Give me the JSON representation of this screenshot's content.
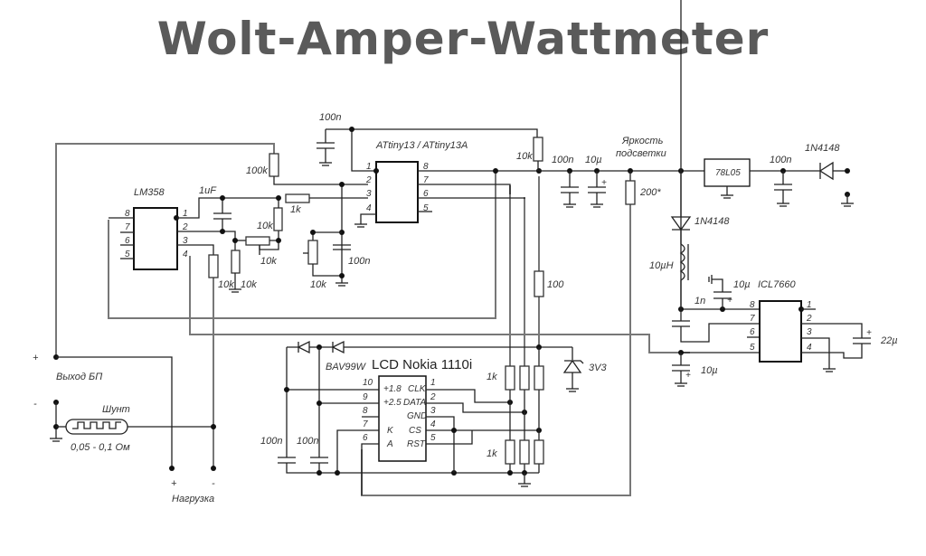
{
  "title": "Wolt-Amper-Wattmeter",
  "components": {
    "lm358": {
      "name": "LM358",
      "pins_left": [
        "8",
        "7",
        "6",
        "5"
      ],
      "pins_right": [
        "1",
        "2",
        "3",
        "4"
      ]
    },
    "attiny": {
      "name": "ATtiny13 / ATtiny13A",
      "pins_left": [
        "1",
        "2",
        "3",
        "4"
      ],
      "pins_right": [
        "8",
        "7",
        "6",
        "5"
      ]
    },
    "regulator": {
      "name": "78L05"
    },
    "icl": {
      "name": "ICL7660",
      "pins_left": [
        "8",
        "7",
        "6",
        "5"
      ],
      "pins_right": [
        "1",
        "2",
        "3",
        "4"
      ]
    },
    "lcd": {
      "name": "LCD Nokia 1110i",
      "pins_left": [
        "10",
        "9",
        "8",
        "7",
        "6"
      ],
      "pins_left_func": [
        "+1.8",
        "+2.5",
        "",
        "K",
        "A"
      ],
      "pins_right": [
        "1",
        "2",
        "3",
        "4",
        "5"
      ],
      "pins_right_func": [
        "CLK",
        "DATA",
        "GND",
        "CS",
        "RST"
      ]
    }
  },
  "labels": {
    "c_top": "100n",
    "r_100k": "100k",
    "c_1uf": "1uF",
    "r_1k": "1k",
    "r_10k_a": "10k",
    "r_10k_pot": "10k",
    "r_10k_b": "10k",
    "r_10k_c": "10k",
    "r_10k_d": "10k",
    "c_100n_mid": "100n",
    "r_10k_pullup": "10k",
    "c_100n_a": "100n",
    "c_10u_a": "10µ",
    "brightness_1": "Яркость",
    "brightness_2": "подсветки",
    "r_200": "200*",
    "c_100n_b": "100n",
    "d_top": "1N4148",
    "d_mid": "1N4148",
    "l_10uh": "10µH",
    "c_1n": "1n",
    "c_10u_b": "10µ",
    "c_10u_c": "10µ",
    "c_22u": "22µ",
    "r_100": "100",
    "zener": "3V3",
    "bav": "BAV99W",
    "r_1k_top": "1k",
    "r_1k_bot": "1k",
    "c_lcd_1": "100n",
    "c_lcd_2": "100n",
    "psu_plus": "+",
    "psu_label": "Выход БП",
    "psu_minus": "-",
    "shunt": "Шунт",
    "shunt_value": "0,05 - 0,1 Ом",
    "load_plus": "+",
    "load_minus": "-",
    "load": "Нагрузка"
  }
}
